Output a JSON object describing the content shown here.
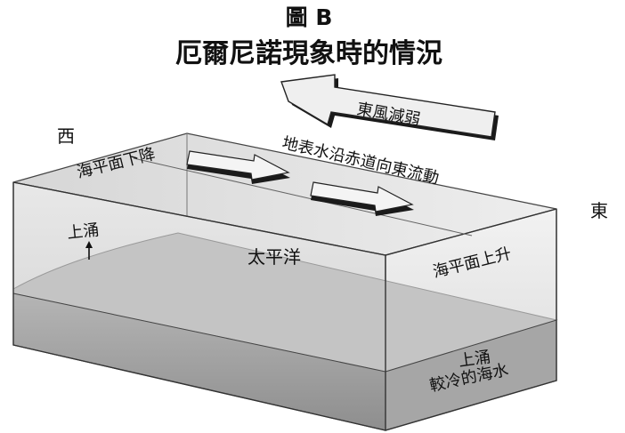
{
  "figure": {
    "label": "圖 B",
    "title": "厄爾尼諾現象時的情況"
  },
  "compass": {
    "west": "西",
    "east": "東"
  },
  "labels": {
    "east_wind": "東風減弱",
    "surface_flow": "地表水沿赤道向東流動",
    "sea_level_down": "海平面下降",
    "sea_level_up": "海平面上升",
    "pacific": "太平洋",
    "upwelling_west": "上涌",
    "upwelling_east": "上涌",
    "cold_water": "較冷的海水"
  }
}
